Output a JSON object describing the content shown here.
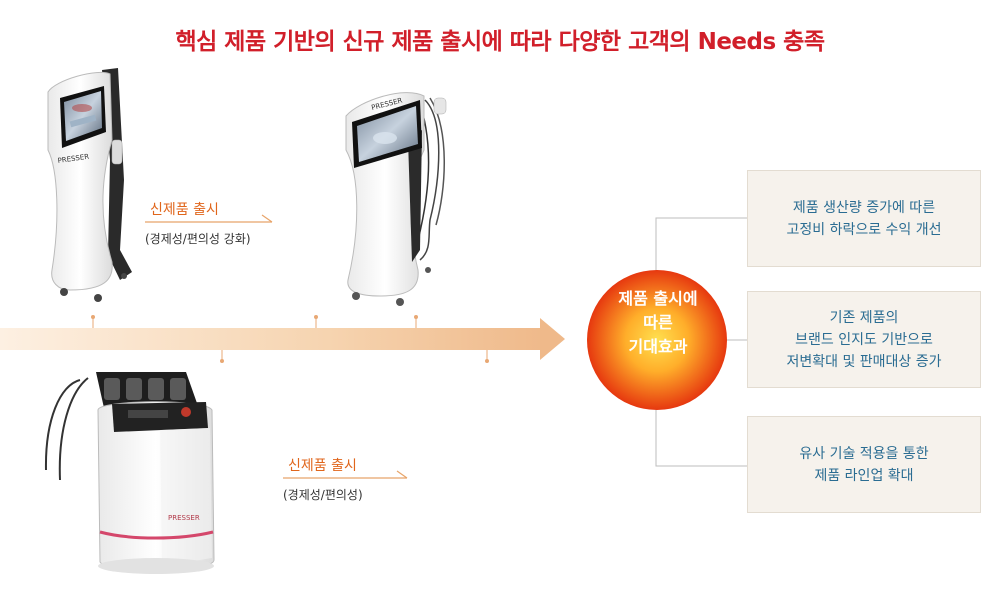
{
  "title": "핵심 제품 기반의 신규 제품 출시에 따라 다양한 고객의 Needs 충족",
  "products": [
    {
      "label": "신제품 출시",
      "sub": "(경제성/편의성 강화)"
    },
    {
      "label": "신제품 출시",
      "sub": "(경제성/편의성)"
    }
  ],
  "device_brand": "PRESSER",
  "center": {
    "line1": "제품 출시에",
    "line2": "따른",
    "line3": "기대효과"
  },
  "effects": [
    {
      "line1": "제품 생산량 증가에 따른",
      "line2": "고정비 하락으로 수익 개선"
    },
    {
      "line1": "기존 제품의",
      "line2": "브랜드 인지도 기반으로",
      "line3": "저변확대 및 판매대상 증가"
    },
    {
      "line1": "유사 기술 적용을 통한",
      "line2": "제품 라인업 확대"
    }
  ],
  "colors": {
    "title": "#d11f2a",
    "label": "#e0661c",
    "effect_text": "#2a6c92",
    "arrow": "#f2c79a",
    "circle_center": "#ffd24a",
    "circle_edge": "#e83b12"
  }
}
